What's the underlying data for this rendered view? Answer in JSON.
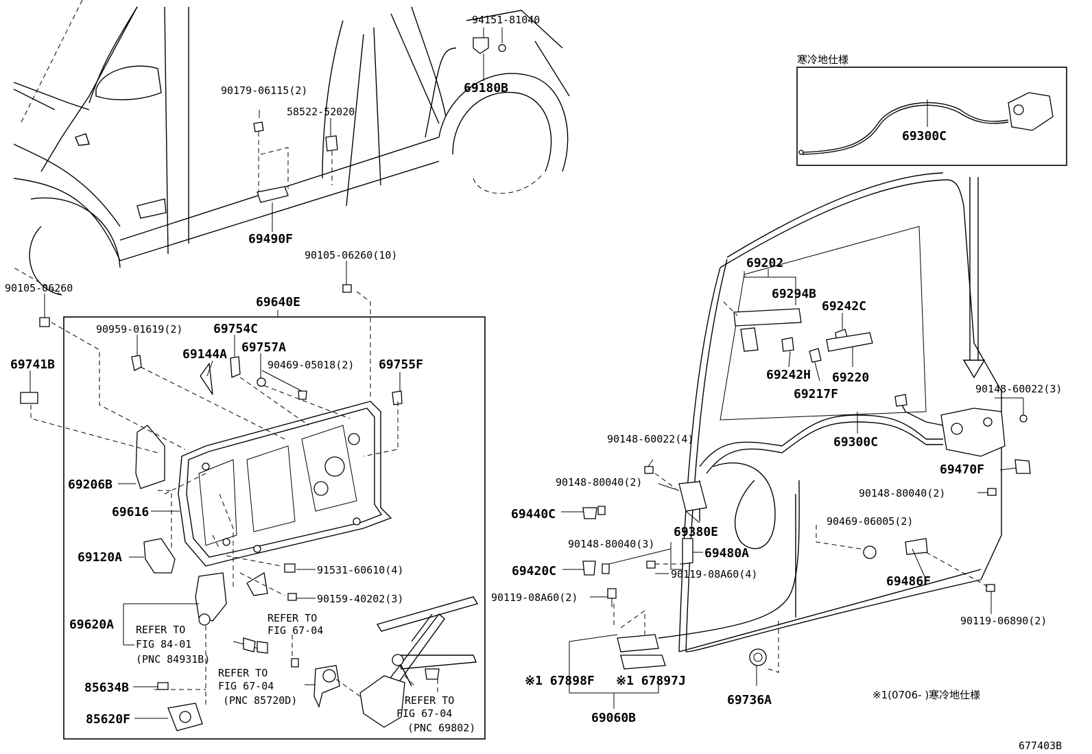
{
  "diagram_id": "677403B",
  "inset_title": "寒冷地仕様",
  "footnote": "※1(0706-  )寒冷地仕様",
  "labels": {
    "p94151": "94151-81040",
    "p69180B": "69180B",
    "p90179": "90179-06115(2)",
    "p58522": "58522-52020",
    "p69490F": "69490F",
    "p90105_10": "90105-06260(10)",
    "p90105": "90105-06260",
    "p69640E": "69640E",
    "p90959": "90959-01619(2)",
    "p69754C": "69754C",
    "p69144A": "69144A",
    "p69757A": "69757A",
    "p90469_05018": "90469-05018(2)",
    "p69755F": "69755F",
    "p69741B": "69741B",
    "p69206B": "69206B",
    "p69616": "69616",
    "p69120A": "69120A",
    "p91531": "91531-60610(4)",
    "p90159": "90159-40202(3)",
    "p69620A": "69620A",
    "p85634B": "85634B",
    "p85620F": "85620F",
    "p69300C_inset": "69300C",
    "p69202": "69202",
    "p69294B": "69294B",
    "p69242C": "69242C",
    "p69242H": "69242H",
    "p69220": "69220",
    "p69217F": "69217F",
    "p90148_60022_4": "90148-60022(4)",
    "p90148_80040_2a": "90148-80040(2)",
    "p69440C": "69440C",
    "p69380E": "69380E",
    "p90148_80040_3": "90148-80040(3)",
    "p69480A": "69480A",
    "p69420C": "69420C",
    "p90119_08A60_4": "90119-08A60(4)",
    "p90119_08A60_2": "90119-08A60(2)",
    "p69300C": "69300C",
    "p90148_60022_3": "90148-60022(3)",
    "p69470F": "69470F",
    "p90148_80040_2b": "90148-80040(2)",
    "p90469_06005": "90469-06005(2)",
    "p69486F": "69486F",
    "p90119_06890": "90119-06890(2)",
    "p67898F": "※1 67898F",
    "p67897J": "※1 67897J",
    "p69060B": "69060B",
    "p69736A": "69736A"
  },
  "refs": {
    "ref84": [
      "REFER TO",
      "FIG 84-01",
      "(PNC 84931B)"
    ],
    "ref67a": [
      "REFER TO",
      "FIG 67-04"
    ],
    "ref67b": [
      "REFER TO",
      "FIG 67-04",
      "(PNC 85720D)"
    ],
    "ref67c": [
      "REFER TO",
      "FIG 67-04",
      "(PNC 69802)"
    ]
  }
}
